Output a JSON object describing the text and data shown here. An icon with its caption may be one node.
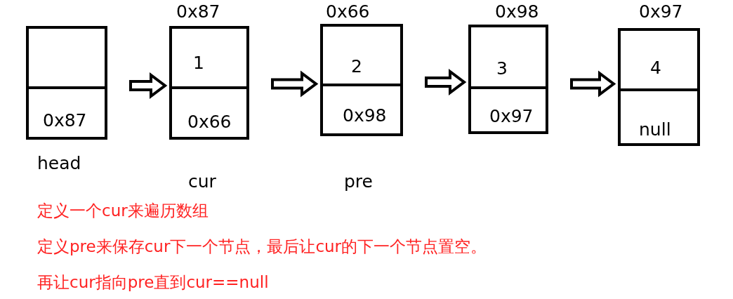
{
  "diagram": {
    "nodes": [
      {
        "text": [
          "0x87"
        ],
        "beside": [
          "head"
        ]
      },
      {
        "text": [
          "1",
          "0x66"
        ],
        "beside": [
          "0x87",
          "cur"
        ]
      },
      {
        "text": [
          "2",
          "0x98"
        ],
        "beside": [
          "0x66",
          "pre"
        ]
      },
      {
        "text": [
          "3",
          "0x97"
        ],
        "beside": [
          "0x98"
        ]
      },
      {
        "text": [
          "4",
          "null"
        ],
        "beside": [
          "0x97"
        ]
      }
    ],
    "edges": [
      {
        "from": 0,
        "to": 1,
        "arrow": "to"
      },
      {
        "from": 1,
        "to": 2,
        "arrow": "to"
      },
      {
        "from": 2,
        "to": 3,
        "arrow": "to"
      },
      {
        "from": 3,
        "to": 4,
        "arrow": "to"
      }
    ],
    "labels": [
      "定义一个cur来遍历数组",
      "定义pre来保存cur下一个节点，最后让cur的下一个节点置空。",
      "再让cur指向pre直到cur==null"
    ]
  }
}
